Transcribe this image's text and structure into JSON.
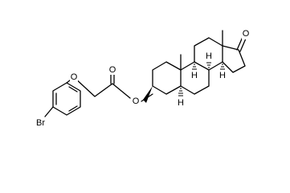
{
  "atoms": {
    "bromine": "Br",
    "ether_oxygen": "O",
    "carbonyl_oxygen": "O",
    "ester_oxygen": "O",
    "ketone_oxygen": "O",
    "h_c5": "H",
    "h_c8": "H",
    "h_c9": "H",
    "h_c14": "H"
  }
}
